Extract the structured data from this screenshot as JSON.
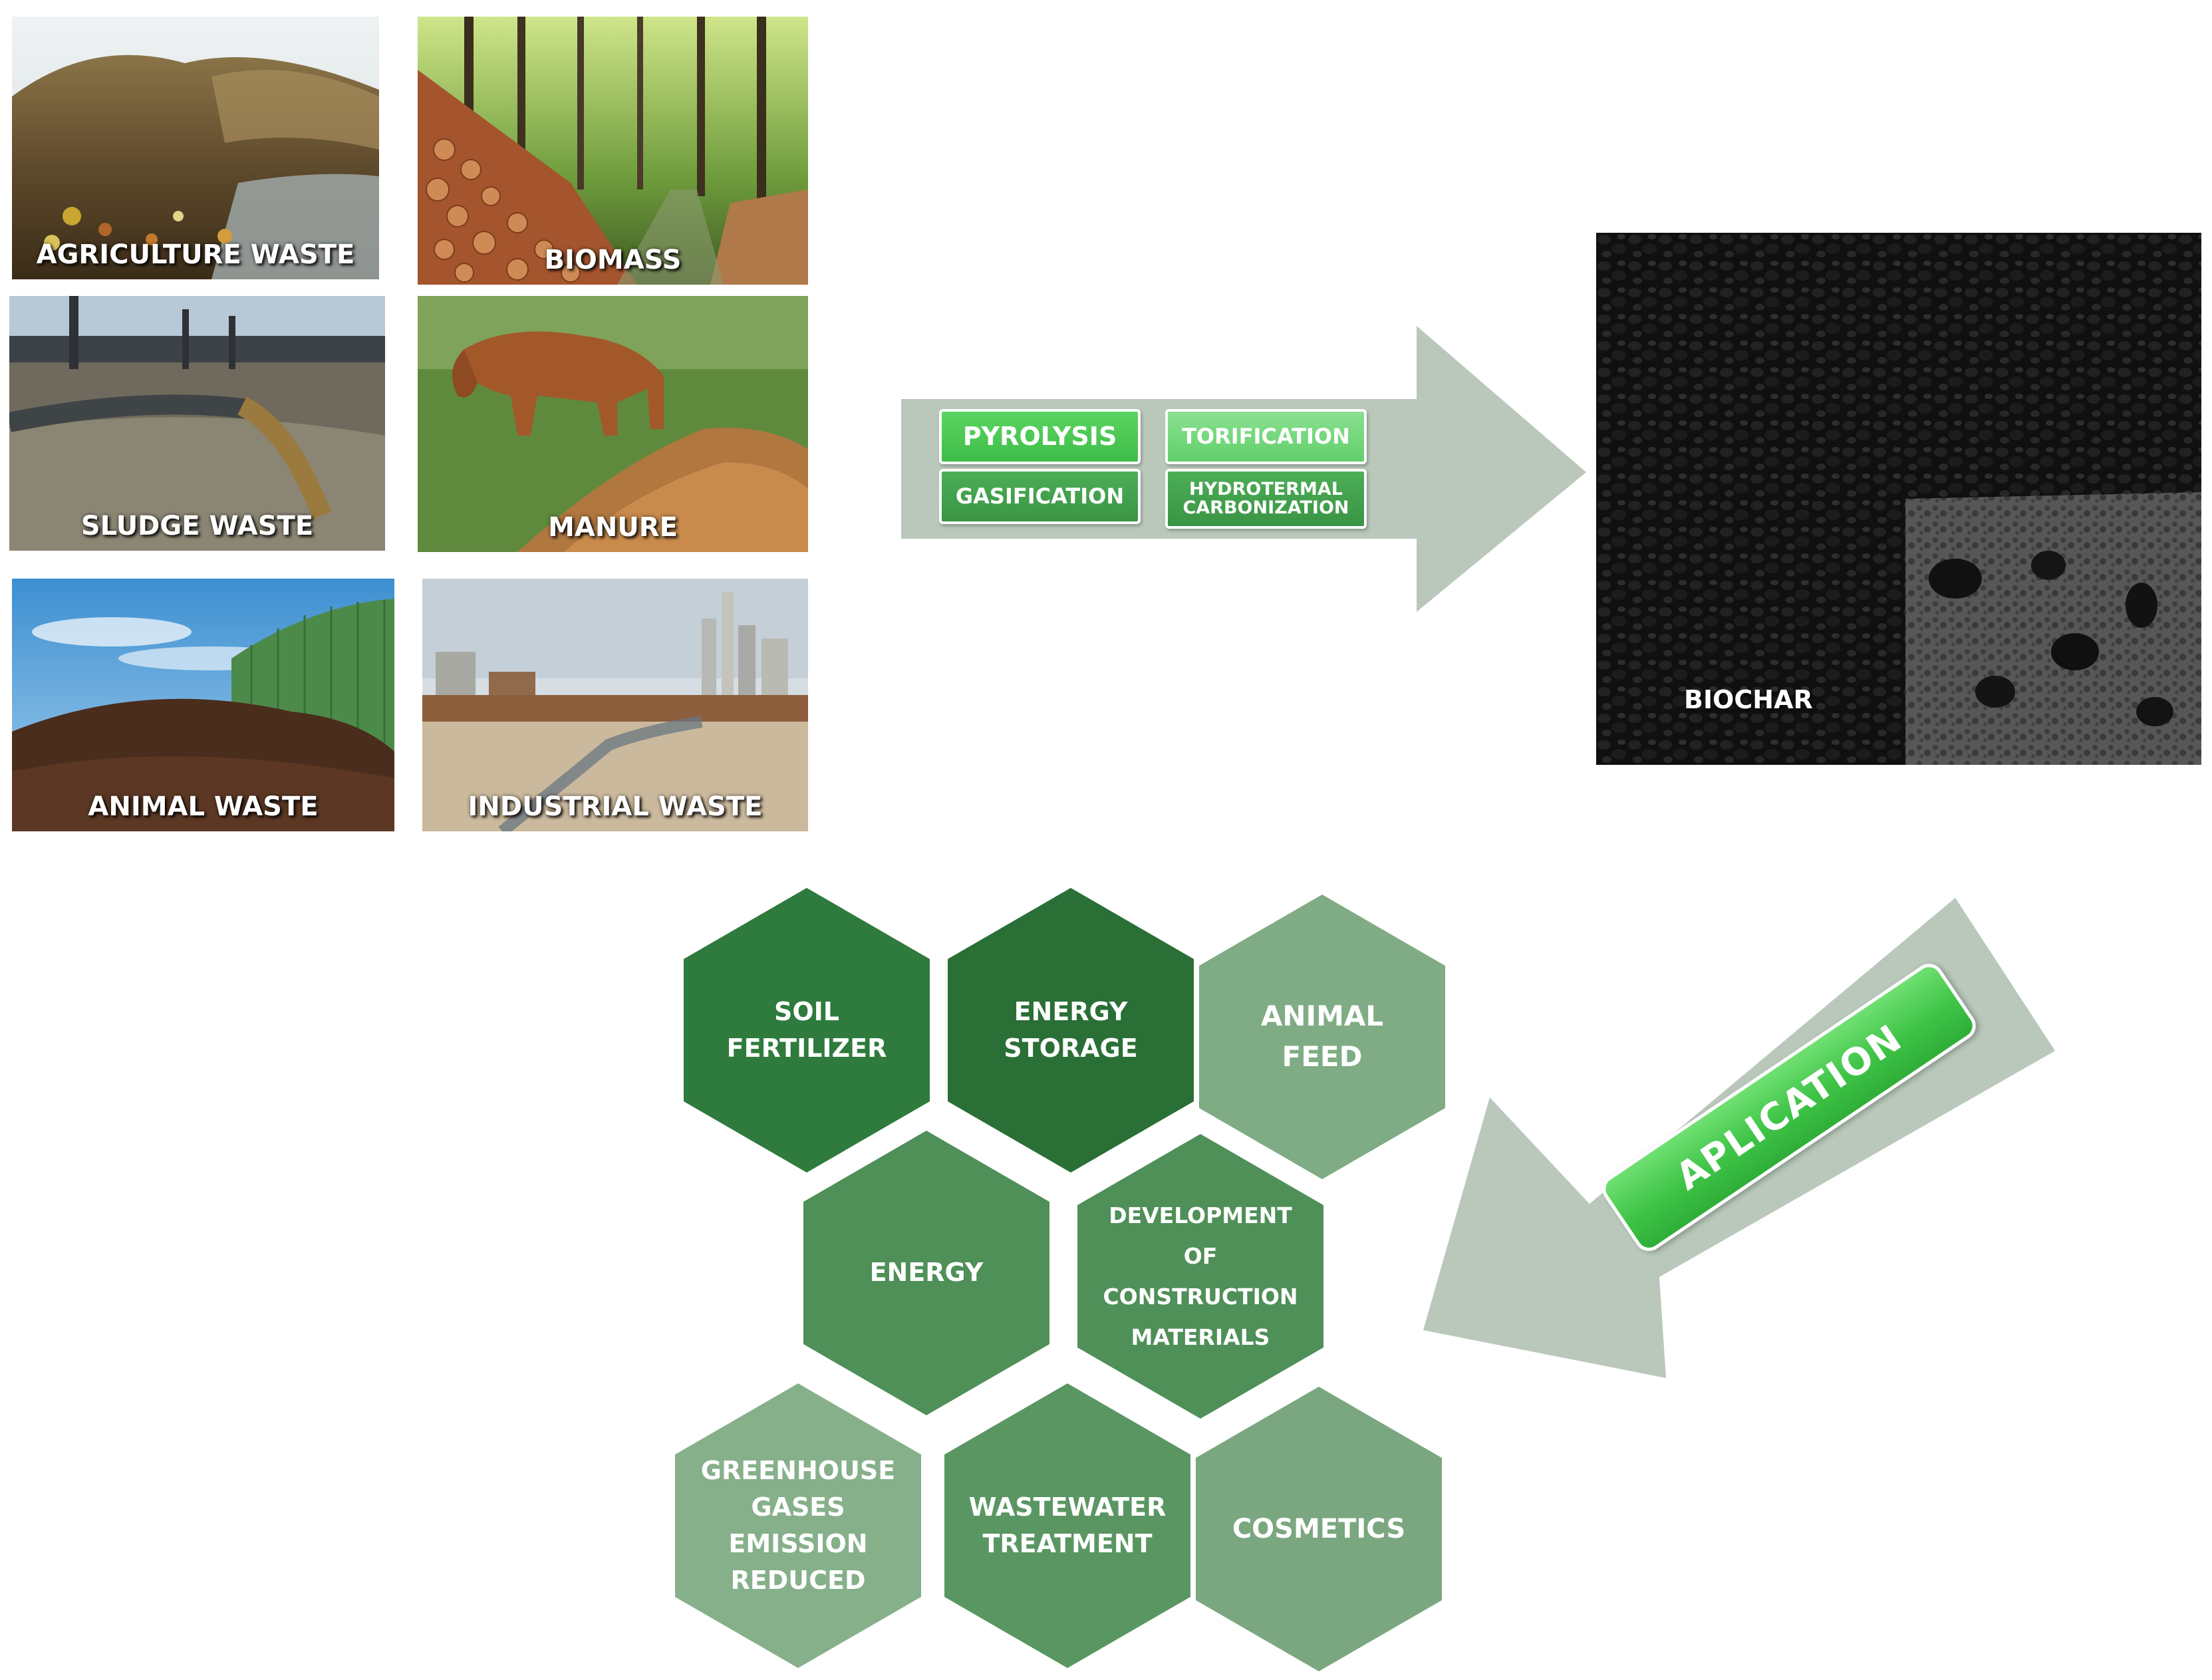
{
  "sources": [
    {
      "id": "agriculture-waste",
      "label": "AGRICULTURE WASTE"
    },
    {
      "id": "biomass",
      "label": "BIOMASS"
    },
    {
      "id": "sludge-waste",
      "label": "SLUDGE WASTE"
    },
    {
      "id": "manure",
      "label": "MANURE"
    },
    {
      "id": "animal-waste",
      "label": "ANIMAL WASTE"
    },
    {
      "id": "industrial-waste",
      "label": "INDUSTRIAL WASTE"
    }
  ],
  "processes": {
    "pyrolysis": "PYROLYSIS",
    "torification": "TORIFICATION",
    "gasification": "GASIFICATION",
    "hydrothermal_carbonization": "HYDROTERMAL\nCARBONIZATION"
  },
  "product": {
    "label": "BIOCHAR"
  },
  "application_arrow": {
    "label": "APLICATION"
  },
  "applications": [
    {
      "id": "soil-fertilizer",
      "label": "SOIL\nFERTILIZER"
    },
    {
      "id": "energy-storage",
      "label": "ENERGY\nSTORAGE"
    },
    {
      "id": "animal-feed",
      "label": "ANIMAL\nFEED"
    },
    {
      "id": "energy",
      "label": "ENERGY"
    },
    {
      "id": "construction-materials",
      "label": "DEVELOPMENT\nOF\nCONSTRUCTION\nMATERIALS"
    },
    {
      "id": "greenhouse-gases",
      "label": "GREENHOUSE\nGASES EMISSION\nREDUCED"
    },
    {
      "id": "wastewater-treatment",
      "label": "WASTEWATER\nTREATMENT"
    },
    {
      "id": "cosmetics",
      "label": "COSMETICS"
    }
  ],
  "colors": {
    "hex_dark": "#2f7a3d",
    "hex_mid": "#4f8f58",
    "hex_light": "#7fac84",
    "arrow_gray": "#b9c8bb",
    "process_green": "#49c456",
    "process_dark_green": "#3e9e4a",
    "process_light_green": "#72d47a"
  }
}
